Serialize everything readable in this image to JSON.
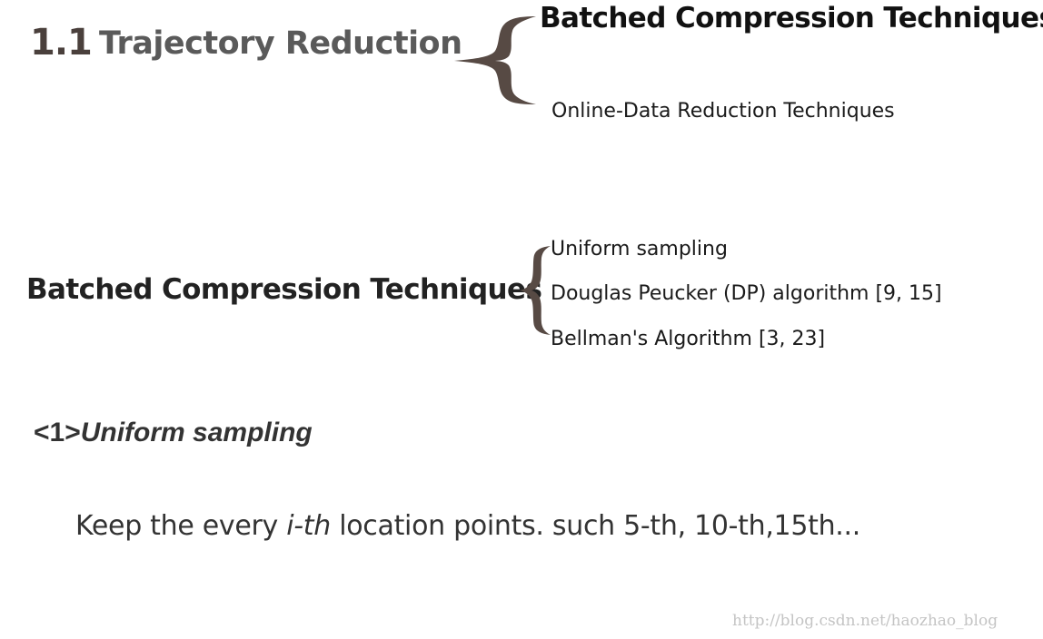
{
  "heading": {
    "number": "1.1",
    "title": "Trajectory Reduction"
  },
  "top_branches": [
    "Batched Compression Techniques",
    "Online-Data Reduction Techniques"
  ],
  "batched": {
    "title": "Batched Compression Techniques",
    "items": [
      "Uniform sampling",
      "Douglas Peucker (DP) algorithm [9, 15]",
      "Bellman's Algorithm [3, 23]"
    ]
  },
  "subsection": {
    "marker": "<1>",
    "title": "Uniform sampling"
  },
  "body": {
    "before": "Keep the every ",
    "emphasis": "i-th",
    "after": " location points. such 5-th, 10-th,15th..."
  },
  "watermark": "http://blog.csdn.net/haozhao_blog",
  "colors": {
    "brace": "#574a44",
    "heading_number": "#4a403c",
    "heading_title": "#5a5a5a"
  }
}
